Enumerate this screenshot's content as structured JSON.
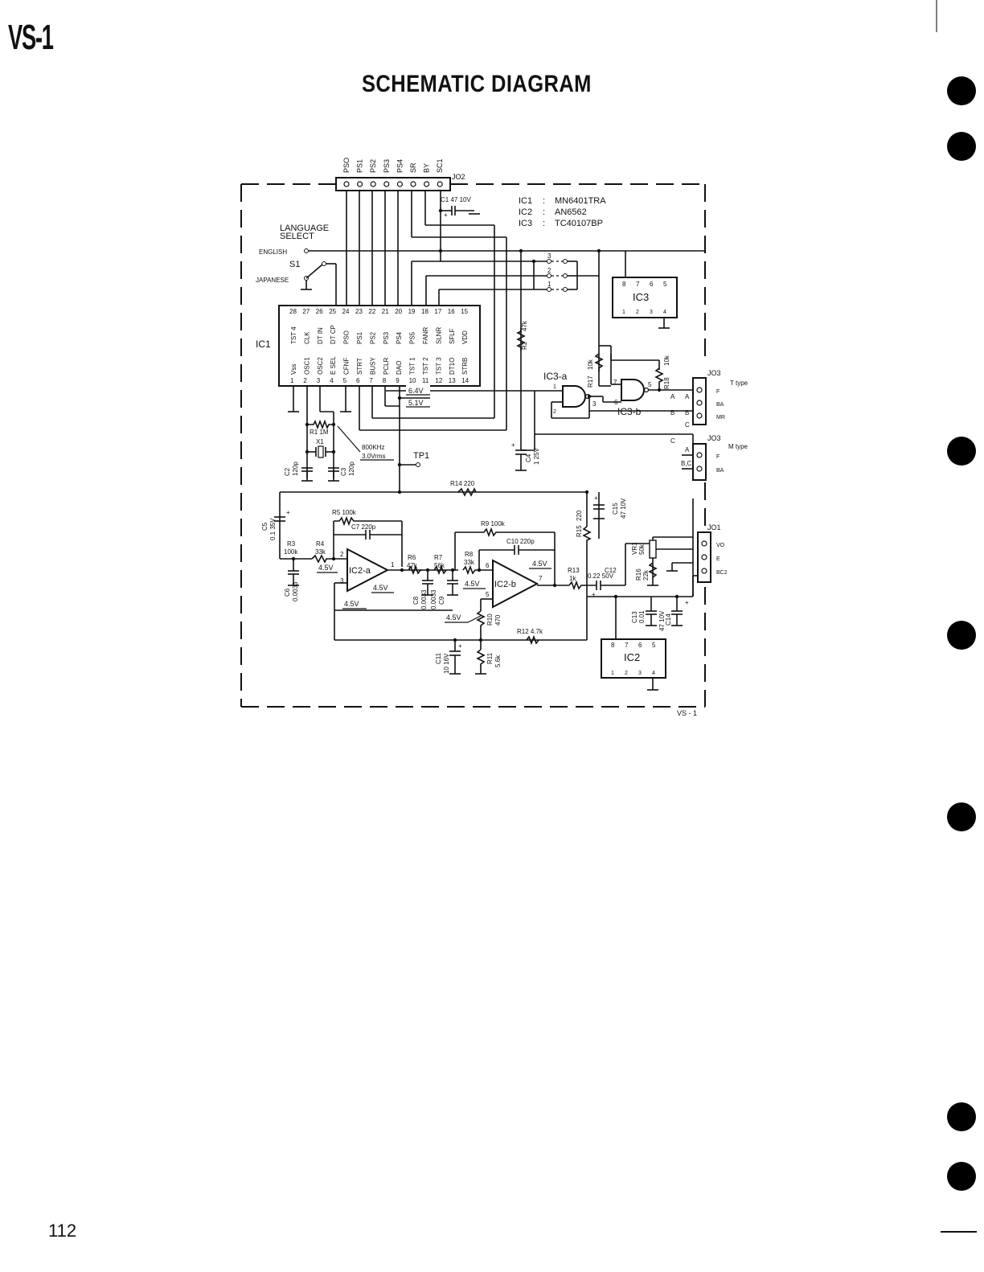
{
  "header": {
    "model": "VS-1",
    "title": "SCHEMATIC DIAGRAM"
  },
  "footer": {
    "page_number": "112",
    "board_label": "VS - 1"
  },
  "ic_list": [
    {
      "ref": "IC1",
      "part": "MN6401TRA"
    },
    {
      "ref": "IC2",
      "part": "AN6562"
    },
    {
      "ref": "IC3",
      "part": "TC40107BP"
    }
  ],
  "connectors": {
    "jo2": {
      "label": "JO2",
      "pins": [
        "PSO",
        "PS1",
        "PS2",
        "PS3",
        "PS4",
        "SR",
        "BY",
        "SC1"
      ]
    },
    "jo3_t": {
      "label": "JO3",
      "type": "T type",
      "pins": [
        "F",
        "BA",
        "MR"
      ]
    },
    "jo3_m": {
      "label": "JO3",
      "type": "M type",
      "pins": [
        "F",
        "BA"
      ]
    },
    "jo1": {
      "label": "JO1",
      "pins": [
        "VO",
        "E",
        "BC2"
      ]
    }
  },
  "language_select": {
    "heading": "LANGUAGE\nSELECT",
    "english": "ENGLISH",
    "japanese": "JAPANESE",
    "switch": "S1"
  },
  "ic1": {
    "label": "IC1",
    "top_pins": [
      "28",
      "27",
      "26",
      "25",
      "24",
      "23",
      "22",
      "21",
      "20",
      "19",
      "18",
      "17",
      "16",
      "15"
    ],
    "top_names": [
      "TST 4",
      "CLK",
      "DT IN",
      "DT CP",
      "PSO",
      "PS1",
      "PS2",
      "PS3",
      "PS4",
      "PS5",
      "FANR",
      "SLNR",
      "SFLF",
      "VDD"
    ],
    "bottom_pins": [
      "1",
      "2",
      "3",
      "4",
      "5",
      "6",
      "7",
      "8",
      "9",
      "10",
      "11",
      "12",
      "13",
      "14"
    ],
    "bottom_names": [
      "Vss",
      "OSC1",
      "OSC2",
      "E SEL",
      "CFNF",
      "STRT",
      "BUSY",
      "PCLR",
      "DAO",
      "TST 1",
      "TST 2",
      "TST 3",
      "DT1O",
      "STRB"
    ]
  },
  "ic3": {
    "label": "IC3",
    "top_pins": [
      "8",
      "7",
      "6",
      "5"
    ],
    "bottom_pins": [
      "1",
      "2",
      "3",
      "4"
    ],
    "gate_a": "IC3-a",
    "gate_b": "IC3-b"
  },
  "ic2": {
    "label": "IC2",
    "top_pins": [
      "8",
      "7",
      "6",
      "5"
    ],
    "bottom_pins": [
      "1",
      "2",
      "3",
      "4"
    ],
    "amp_a": "IC2-a",
    "amp_b": "IC2-b"
  },
  "switch_positions": [
    "3",
    "2",
    "1"
  ],
  "components": {
    "c1": "C1 47 10V",
    "r1": "R1 1M",
    "x1": "X1",
    "c2_ref": "C2",
    "c2_val": "120p",
    "c3_ref": "C3",
    "c3_val": "120p",
    "osc": "800KHz",
    "osc_lvl": "3.0Vrms",
    "tp1": "TP1",
    "r2_ref": "R2",
    "r2_val": "47k",
    "c4_ref": "C4",
    "c4_val": "1 25V",
    "r17_ref": "R17",
    "r17_val": "10k",
    "r18_ref": "R18",
    "r18_val": "10k",
    "r14": "R14  220",
    "c15_ref": "C15",
    "c15_val": "47 10V",
    "c5_ref": "C5",
    "c5_val": "0.1 35V",
    "r5": "R5  100k",
    "c7": "C7  220p",
    "r3_ref": "R3",
    "r3_val": "100k",
    "r4_ref": "R4",
    "r4_val": "33k",
    "c6_ref": "C6",
    "c6_val": "0.0033",
    "r6_ref": "R6",
    "r6_val": "47k",
    "r7_ref": "R7",
    "r7_val": "56k",
    "c8_ref": "C8",
    "c8_val": "0.0033",
    "c9_ref": "C9",
    "c9_val": "0.0033",
    "r9": "R9  100k",
    "c10": "C10  220p",
    "r8_ref": "R8",
    "r8_val": "33k",
    "r15_ref": "R15",
    "r15_val": "220",
    "r13_ref": "R13",
    "r13_val": "1k",
    "c12_ref": "C12",
    "c12_val": "0.22 50V",
    "vr1_ref": "VR1",
    "vr1_val": "50k",
    "r16_ref": "R16",
    "r16_val": "22k",
    "r10_ref": "R10",
    "r10_val": "470",
    "r12": "R12  4.7k",
    "c11_ref": "C11",
    "c11_val": "10 16V",
    "r11_ref": "R11",
    "r11_val": "5.6k",
    "c13_ref": "C13",
    "c13_val": "0.01",
    "c14_ref": "C14",
    "c14_val": "47 10V"
  },
  "voltages": {
    "v64": "6.4V",
    "v51": "5.1V",
    "v45": "4.5V"
  },
  "signals": {
    "a": "A",
    "b": "B",
    "c": "C",
    "bc": "B,C"
  },
  "colors": {
    "ink": "#111111",
    "paper": "#ffffff"
  }
}
